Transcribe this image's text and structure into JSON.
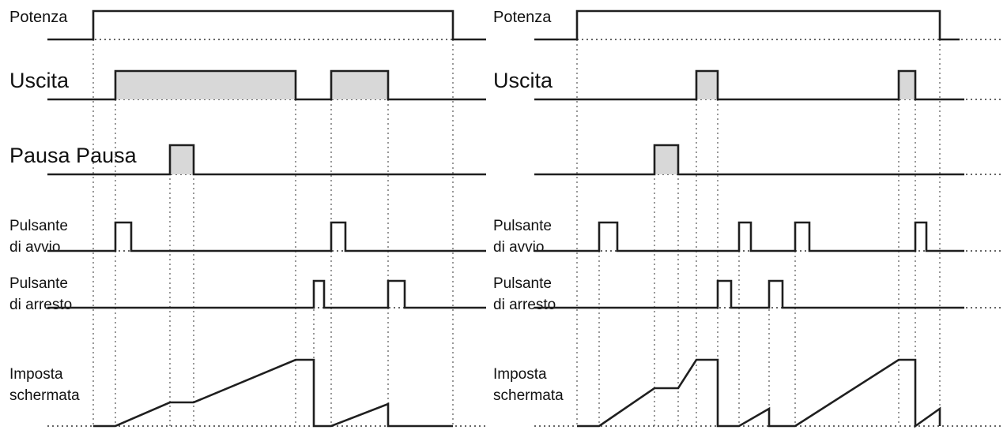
{
  "panels": [
    {
      "id": "left",
      "labels": {
        "power": "Potenza",
        "output": "Uscita",
        "pause": "Pausa Pausa",
        "start_line1": "Pulsante",
        "start_line2": "di avvio",
        "stop_line1": "Pulsante",
        "stop_line2": "di arresto",
        "screen_line1": "Imposta",
        "screen_line2": "schermata"
      }
    },
    {
      "id": "right",
      "labels": {
        "power": "Potenza",
        "output": "Uscita",
        "pause": "",
        "start_line1": "Pulsante",
        "start_line2": "di avvio",
        "stop_line1": "Pulsante",
        "stop_line2": "di arresto",
        "screen_line1": "Imposta",
        "screen_line2": "schermata"
      }
    }
  ],
  "colors": {
    "trace": "#1f1f1f",
    "pulse_fill": "#d8d8d8",
    "guide": "#555555"
  }
}
